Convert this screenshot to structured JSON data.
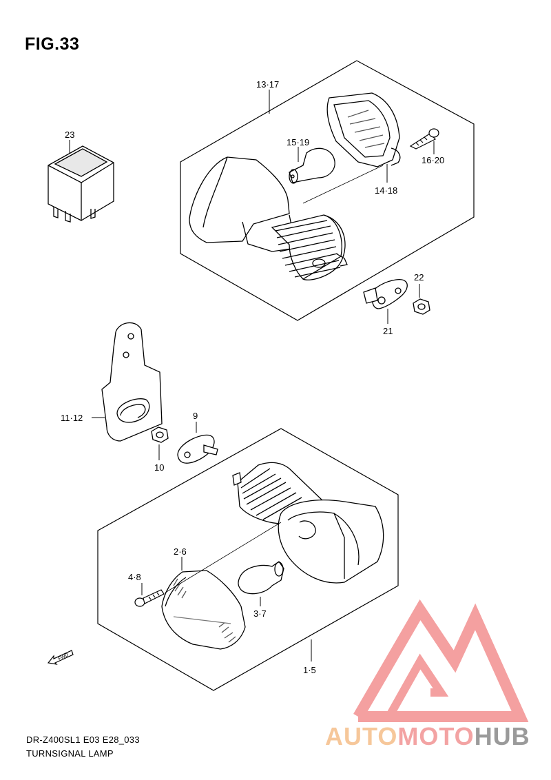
{
  "figure_title": "FIG.33",
  "labels": {
    "p13_17": "13·17",
    "p23": "23",
    "p15_19": "15·19",
    "p16_20": "16·20",
    "p14_18": "14·18",
    "p22": "22",
    "p21": "21",
    "p9": "9",
    "p11_12": "11·12",
    "p10": "10",
    "p2_6": "2·6",
    "p4_8": "4·8",
    "p3_7": "3·7",
    "p1_5": "1·5"
  },
  "fwd_mark": "FWD",
  "footer": {
    "model": "DR-Z400SL1 E03 E28_033",
    "name": "TURNSIGNAL LAMP"
  },
  "watermark": {
    "part1": "AUTO",
    "part2": "MOTO",
    "part3": "HUB",
    "colors": {
      "part1": "#f6c79a",
      "part2": "#f3a3a3",
      "part3": "#9a9a9a",
      "triangle": "#f08a8a"
    }
  }
}
